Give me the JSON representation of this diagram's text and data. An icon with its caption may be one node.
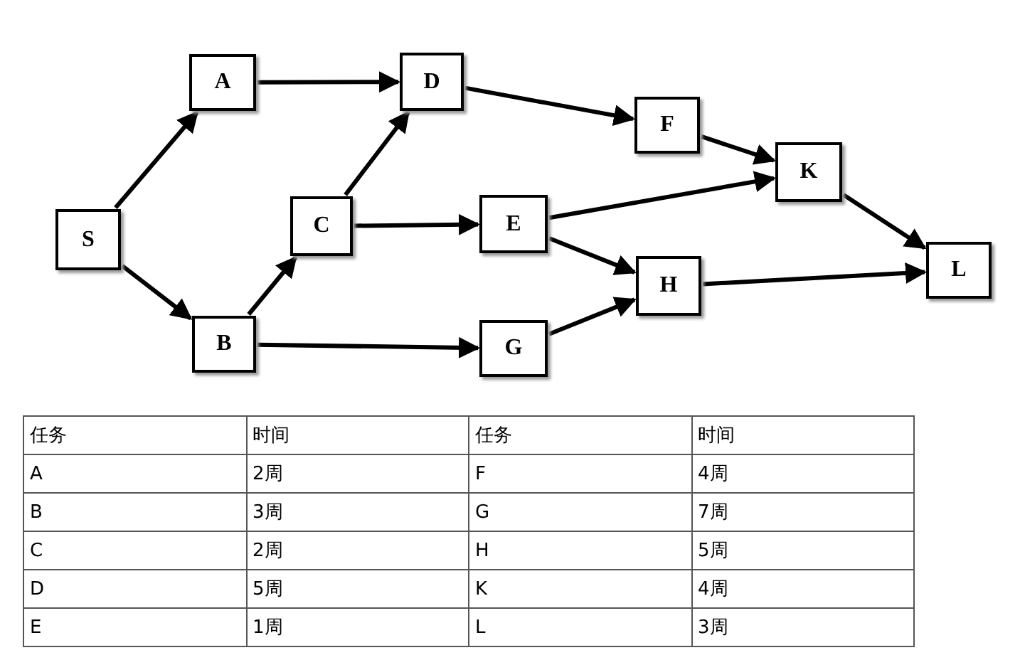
{
  "diagram": {
    "nodes": [
      {
        "text": [
          "S"
        ]
      },
      {
        "text": [
          "A"
        ]
      },
      {
        "text": [
          "B"
        ]
      },
      {
        "text": [
          "C"
        ]
      },
      {
        "text": [
          "D"
        ]
      },
      {
        "text": [
          "E"
        ]
      },
      {
        "text": [
          "F"
        ]
      },
      {
        "text": [
          "G"
        ]
      },
      {
        "text": [
          "H"
        ]
      },
      {
        "text": [
          "K"
        ]
      },
      {
        "text": [
          "L"
        ]
      }
    ],
    "edges": [
      {
        "from": 0,
        "to": 1,
        "arrow": "to"
      },
      {
        "from": 0,
        "to": 2,
        "arrow": "to"
      },
      {
        "from": 1,
        "to": 4,
        "arrow": "to"
      },
      {
        "from": 2,
        "to": 3,
        "arrow": "to"
      },
      {
        "from": 2,
        "to": 7,
        "arrow": "to"
      },
      {
        "from": 3,
        "to": 4,
        "arrow": "to"
      },
      {
        "from": 3,
        "to": 5,
        "arrow": "to"
      },
      {
        "from": 4,
        "to": 6,
        "arrow": "to"
      },
      {
        "from": 6,
        "to": 9,
        "arrow": "to"
      },
      {
        "from": 5,
        "to": 9,
        "arrow": "to"
      },
      {
        "from": 5,
        "to": 8,
        "arrow": "to"
      },
      {
        "from": 7,
        "to": 8,
        "arrow": "to"
      },
      {
        "from": 9,
        "to": 10,
        "arrow": "to"
      },
      {
        "from": 8,
        "to": 10,
        "arrow": "to"
      }
    ],
    "labels": [
      "任务",
      "时间",
      "任务",
      "时间",
      "A",
      "2周",
      "F",
      "4周",
      "B",
      "3周",
      "G",
      "7周",
      "C",
      "2周",
      "H",
      "5周",
      "D",
      "5周",
      "K",
      "4周",
      "E",
      "1周",
      "L",
      "3周"
    ]
  }
}
